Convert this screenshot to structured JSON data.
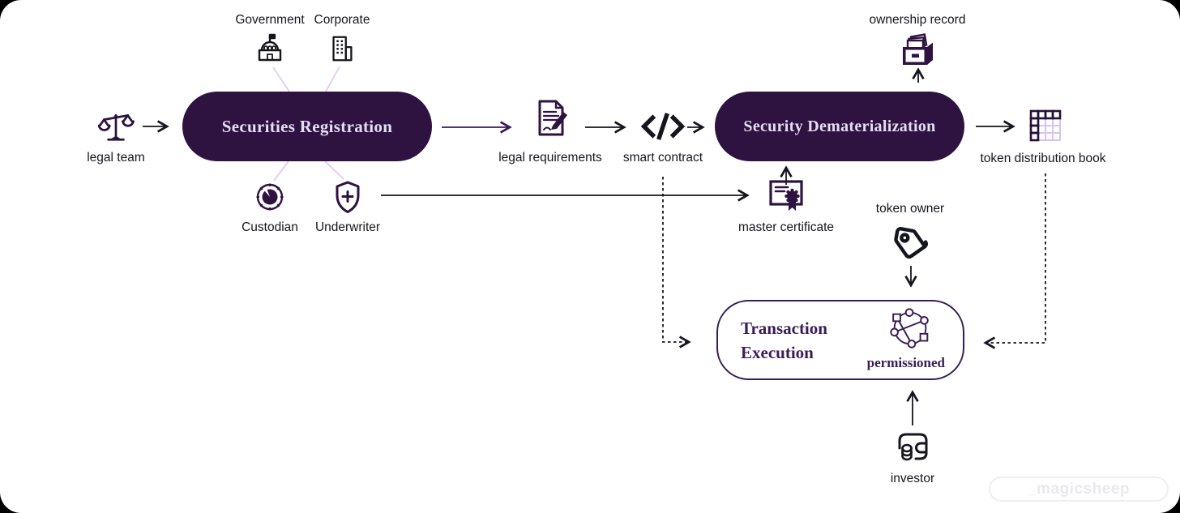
{
  "colors": {
    "dark_purple": "#2e1240",
    "outline_purple": "#3a1d55",
    "ink": "#15151e",
    "lavender_line": "#e5cef5",
    "grid_light": "#d9c3ef",
    "box_text": "#e7dcf3",
    "watermark_gray": "#e9e9ee"
  },
  "nodes": {
    "legal_team": {
      "label": "legal team",
      "icon": "scales-icon"
    },
    "government": {
      "label": "Government",
      "icon": "capitol-icon"
    },
    "corporate": {
      "label": "Corporate",
      "icon": "office-building-icon"
    },
    "custodian": {
      "label": "Custodian",
      "icon": "vault-dial-icon"
    },
    "underwriter": {
      "label": "Underwriter",
      "icon": "shield-plus-icon"
    },
    "securities_registration": {
      "label": "Securities Registration"
    },
    "legal_requirements": {
      "label": "legal requirements",
      "icon": "document-pen-icon"
    },
    "smart_contract": {
      "label": "smart contract",
      "icon": "code-icon"
    },
    "security_dematerialization": {
      "label": "Security Dematerialization"
    },
    "ownership_record": {
      "label": "ownership record",
      "icon": "card-file-box-icon"
    },
    "token_distribution_book": {
      "label": "token distribution book",
      "icon": "ledger-grid-icon"
    },
    "master_certificate": {
      "label": "master certificate",
      "icon": "certificate-icon"
    },
    "token_owner": {
      "label": "token owner",
      "icon": "tag-icon"
    },
    "transaction_execution": {
      "line1": "Transaction",
      "line2": "Execution",
      "badge": "permissioned",
      "icon": "permissioned-network-icon"
    },
    "investor": {
      "label": "investor",
      "icon": "wallet-coins-icon"
    }
  },
  "watermark": {
    "text": "_magicsheep"
  }
}
